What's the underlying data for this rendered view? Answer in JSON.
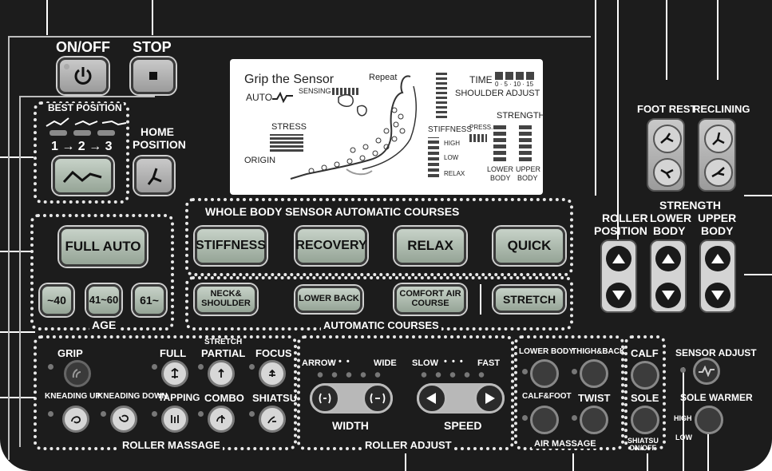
{
  "main_buttons": {
    "on_off": "ON/OFF",
    "stop": "STOP"
  },
  "best_position": {
    "title": "BEST POSITION",
    "sequence": "1 → 2 → 3",
    "home_label_1": "HOME",
    "home_label_2": "POSITION"
  },
  "display": {
    "grip": "Grip the Sensor",
    "auto": "AUTO",
    "sensing": "SENSING",
    "repeat": "Repeat",
    "time": "TIME",
    "time_scale": "0 · 5 · 10 · 15",
    "shoulder_adjust": "SHOULDER ADJUST",
    "stress": "STRESS",
    "origin": "ORIGIN",
    "stiffness": "STIFFNESS",
    "high": "HIGH",
    "low": "LOW",
    "relax": "RELAX",
    "press": "PRESS.",
    "strength": "STRENGTH",
    "lower_body_1": "LOWER",
    "lower_body_2": "BODY",
    "upper_body_1": "UPPER",
    "upper_body_2": "BODY"
  },
  "footrest": {
    "label": "FOOT REST"
  },
  "reclining": {
    "label": "RECLINING"
  },
  "age": {
    "full_auto": "FULL AUTO",
    "b1": "~40",
    "b2": "41~60",
    "b3": "61~",
    "title": "AGE"
  },
  "sensor_courses": {
    "title": "WHOLE BODY SENSOR AUTOMATIC COURSES",
    "stiffness": "STIFFNESS",
    "recovery": "RECOVERY",
    "relax": "RELAX",
    "quick": "QUICK"
  },
  "auto_courses": {
    "title": "AUTOMATIC COURSES",
    "neck_1": "NECK&",
    "neck_2": "SHOULDER",
    "lower_back": "LOWER BACK",
    "comfort_1": "COMFORT AIR",
    "comfort_2": "COURSE",
    "stretch": "STRETCH"
  },
  "right_controls": {
    "roller_1": "ROLLER",
    "roller_2": "POSITION",
    "strength": "STRENGTH",
    "lower_1": "LOWER",
    "lower_2": "BODY",
    "upper_1": "UPPER",
    "upper_2": "BODY"
  },
  "roller_massage": {
    "title": "ROLLER MASSAGE",
    "grip": "GRIP",
    "stretch": "STRETCH",
    "full": "FULL",
    "partial": "PARTIAL",
    "focus": "FOCUS",
    "kneading_up": "KNEADING UP",
    "kneading_down": "KNEADING DOWN",
    "tapping": "TAPPING",
    "combo": "COMBO",
    "shiatsu": "SHIATSU"
  },
  "roller_adjust": {
    "title": "ROLLER ADJUST",
    "narrow": "ARROW",
    "wide": "WIDE",
    "slow": "SLOW",
    "fast": "FAST",
    "width": "WIDTH",
    "speed": "SPEED"
  },
  "air_massage": {
    "title": "AIR MASSAGE",
    "lower_body": "LOWER BODY",
    "thigh_back": "THIGH&BACK",
    "calf_foot": "CALF&FOOT",
    "twist": "TWIST"
  },
  "calf_sole": {
    "calf": "CALF",
    "sole": "SOLE",
    "shiatsu_1": "SHIATSU",
    "shiatsu_2": "ON/OFF"
  },
  "sensor_adjust": {
    "label": "SENSOR ADJUST"
  },
  "sole_warmer": {
    "label": "SOLE WARMER",
    "high": "HIGH",
    "low": "LOW"
  },
  "colors": {
    "panel": "#1c1c1c",
    "button": "#b0b0b0",
    "label": "#ffffff",
    "dotted": "#e8e8e8"
  }
}
